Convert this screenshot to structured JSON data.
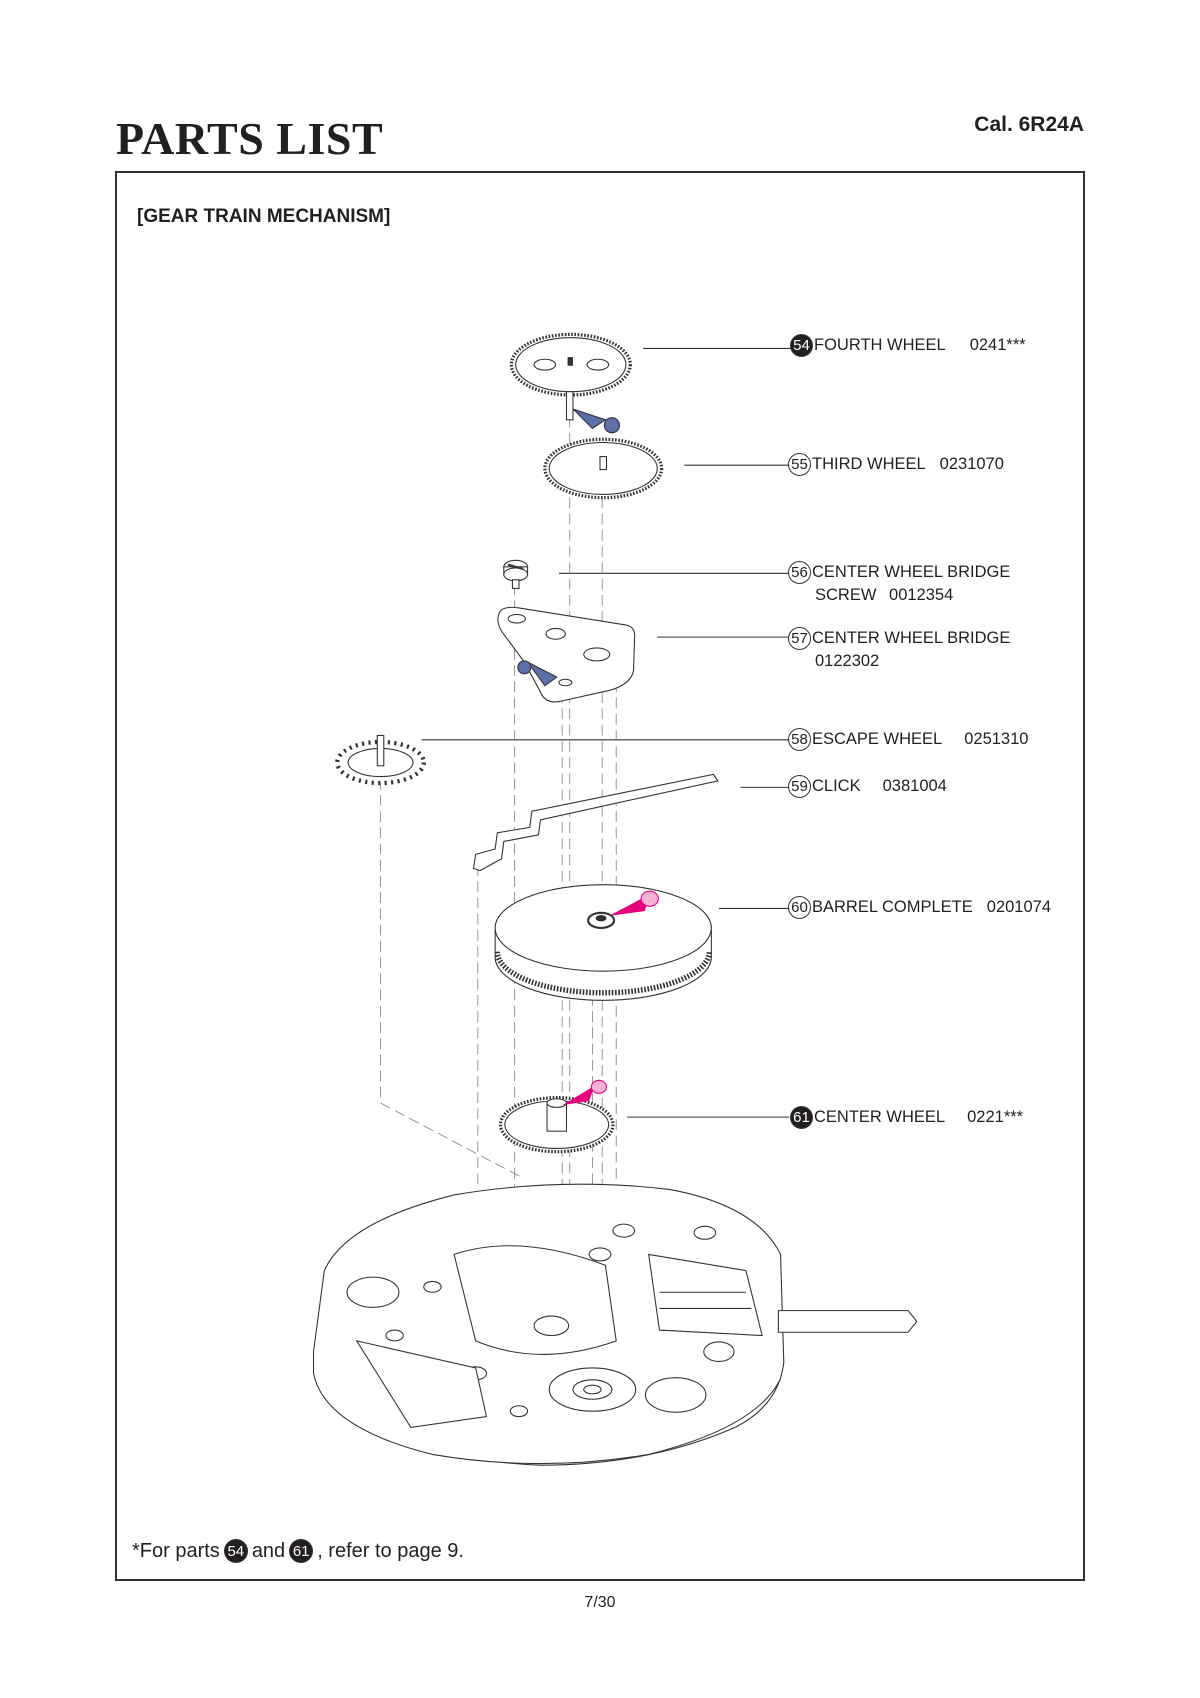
{
  "header": {
    "title": "PARTS LIST",
    "caliber": "Cal. 6R24A"
  },
  "section_title": "[GEAR TRAIN MECHANISM]",
  "parts": [
    {
      "number": "54",
      "name": "FOURTH WHEEL",
      "code": "0241***",
      "highlighted": true
    },
    {
      "number": "55",
      "name": "THIRD WHEEL",
      "code": "0231070",
      "highlighted": false
    },
    {
      "number": "56",
      "name": "CENTER WHEEL BRIDGE",
      "name_line2": "SCREW",
      "code": "0012354",
      "highlighted": false
    },
    {
      "number": "57",
      "name": "CENTER WHEEL BRIDGE",
      "code": "0122302",
      "highlighted": false
    },
    {
      "number": "58",
      "name": "ESCAPE WHEEL",
      "code": "0251310",
      "highlighted": false
    },
    {
      "number": "59",
      "name": "CLICK",
      "code": "0381004",
      "highlighted": false
    },
    {
      "number": "60",
      "name": "BARREL COMPLETE",
      "code": "0201074",
      "highlighted": false
    },
    {
      "number": "61",
      "name": "CENTER WHEEL",
      "code": "0221***",
      "highlighted": true
    }
  ],
  "footnote": {
    "prefix": "*For parts",
    "part_a": "54",
    "and": "and",
    "part_b": "61",
    "suffix": ", refer to page 9."
  },
  "page_number": "7/30",
  "colors": {
    "oil_blue": "#5b6fa8",
    "oil_pink": "#e6007e",
    "ink": "#231f20"
  }
}
